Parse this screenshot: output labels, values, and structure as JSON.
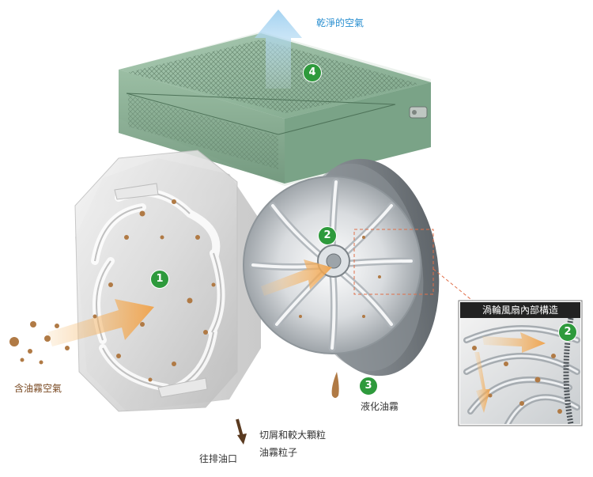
{
  "labels": {
    "clean_air": "乾淨的空氣",
    "oily_air": "含油霧空氣",
    "liquid_mist": "液化油霧",
    "debris_line1": "切屑和較大顆粒",
    "debris_line2": "油霧粒子",
    "drain": "往排油口"
  },
  "inset": {
    "title": "渦輪風扇內部構造"
  },
  "steps": [
    "1",
    "2",
    "3",
    "4",
    "2"
  ],
  "colors": {
    "badge": "#2e9a3c",
    "clean_air_text": "#2a8fd0",
    "oily_air_text": "#7a4a23",
    "filter_green": "#8fb79a",
    "arrow_orange": "#f2a650",
    "droplet": "#b07a45",
    "callout": "#e0704a"
  }
}
